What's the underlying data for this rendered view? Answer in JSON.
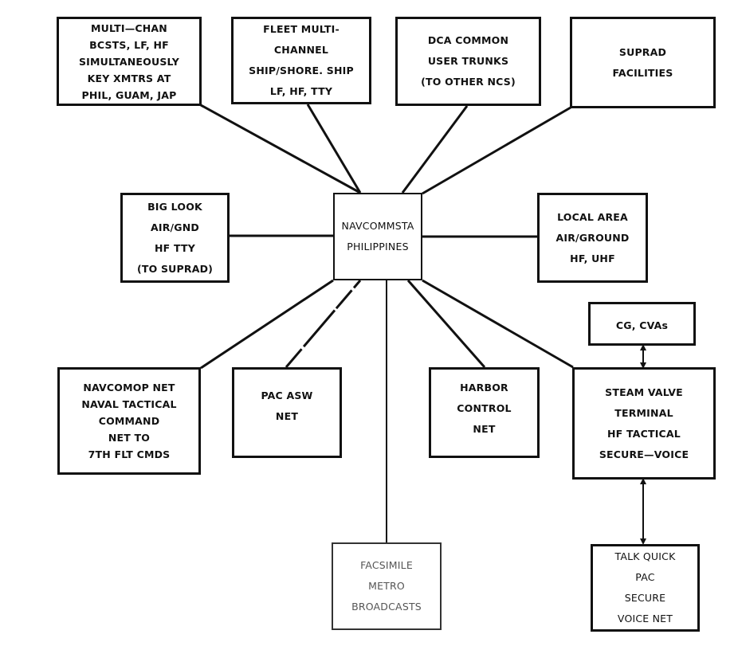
{
  "diagram": {
    "hub": {
      "id": "navcommsta",
      "lines": [
        "NAVCOMMSTA",
        "PHILIPPINES"
      ]
    },
    "nodes": [
      {
        "id": "multi-chan-bcsts",
        "lines": [
          "MULTI—CHAN",
          "BCSTS, LF, HF",
          "SIMULTANEOUSLY",
          "KEY XMTRS AT",
          "PHIL, GUAM, JAP"
        ]
      },
      {
        "id": "fleet-multi-channel",
        "lines": [
          "FLEET MULTI-",
          "CHANNEL",
          "SHIP/SHORE. SHIP",
          "LF, HF, TTY"
        ]
      },
      {
        "id": "dca-common-user-trunks",
        "lines": [
          "DCA COMMON",
          "USER TRUNKS",
          "(TO OTHER NCS)"
        ]
      },
      {
        "id": "suprad-facilities",
        "lines": [
          "SUPRAD",
          "FACILITIES"
        ]
      },
      {
        "id": "big-look",
        "lines": [
          "BIG LOOK",
          "AIR/GND",
          "HF TTY",
          "(TO SUPRAD)"
        ]
      },
      {
        "id": "local-area",
        "lines": [
          "LOCAL AREA",
          "AIR/GROUND",
          "HF, UHF"
        ]
      },
      {
        "id": "cg-cvas",
        "lines": [
          "CG, CVAs"
        ]
      },
      {
        "id": "navcomop-net",
        "lines": [
          "NAVCOMOP NET",
          "NAVAL TACTICAL",
          "COMMAND",
          "NET TO",
          "7TH FLT CMDS"
        ]
      },
      {
        "id": "pac-asw-net",
        "lines": [
          "PAC ASW",
          "NET"
        ]
      },
      {
        "id": "harbor-control-net",
        "lines": [
          "HARBOR",
          "CONTROL",
          "NET"
        ]
      },
      {
        "id": "steam-valve-terminal",
        "lines": [
          "STEAM VALVE",
          "TERMINAL",
          "HF TACTICAL",
          "SECURE—VOICE"
        ]
      },
      {
        "id": "facsimile-metro",
        "lines": [
          "FACSIMILE",
          "METRO",
          "BROADCASTS"
        ]
      },
      {
        "id": "talk-quick",
        "lines": [
          "TALK QUICK",
          "PAC",
          "SECURE",
          "VOICE NET"
        ]
      }
    ],
    "connections": [
      {
        "from": "navcommsta",
        "to": "multi-chan-bcsts",
        "style": "solid"
      },
      {
        "from": "navcommsta",
        "to": "fleet-multi-channel",
        "style": "solid"
      },
      {
        "from": "navcommsta",
        "to": "dca-common-user-trunks",
        "style": "solid"
      },
      {
        "from": "navcommsta",
        "to": "suprad-facilities",
        "style": "solid"
      },
      {
        "from": "navcommsta",
        "to": "big-look",
        "style": "solid"
      },
      {
        "from": "navcommsta",
        "to": "local-area",
        "style": "solid"
      },
      {
        "from": "navcommsta",
        "to": "navcomop-net",
        "style": "solid"
      },
      {
        "from": "navcommsta",
        "to": "pac-asw-net",
        "style": "dashed"
      },
      {
        "from": "navcommsta",
        "to": "facsimile-metro",
        "style": "solid"
      },
      {
        "from": "navcommsta",
        "to": "harbor-control-net",
        "style": "solid"
      },
      {
        "from": "navcommsta",
        "to": "steam-valve-terminal",
        "style": "solid"
      },
      {
        "from": "steam-valve-terminal",
        "to": "cg-cvas",
        "style": "double-arrow"
      },
      {
        "from": "steam-valve-terminal",
        "to": "talk-quick",
        "style": "double-arrow"
      }
    ]
  }
}
